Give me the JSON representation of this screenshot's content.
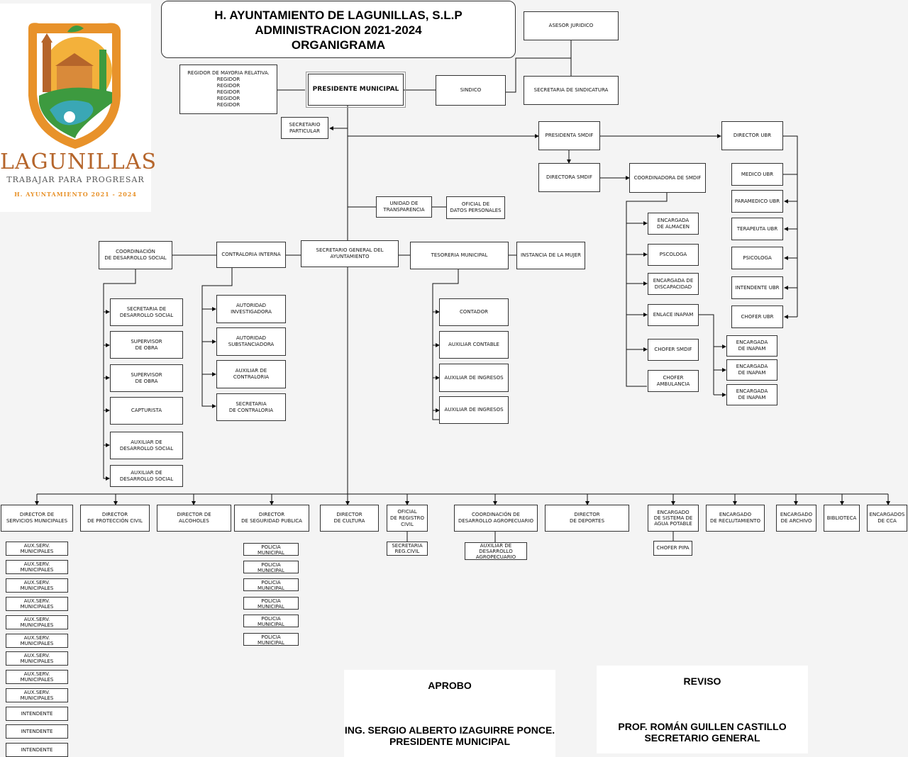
{
  "header": {
    "line1": "H. AYUNTAMIENTO DE LAGUNILLAS, S.L.P",
    "line2": "ADMINISTRACION 2021-2024",
    "line3": "ORGANIGRAMA"
  },
  "logo": {
    "name": "LAGUNILLAS",
    "slogan": "TRABAJAR PARA PROGRESAR",
    "sub": "H. AYUNTAMIENTO 2021 - 2024",
    "colors": {
      "orange": "#e8922a",
      "green": "#3d9a3f",
      "teal": "#3aa7b5",
      "brown": "#b5652b"
    }
  },
  "nodes": {
    "asesor": "ASESOR JURIDICO",
    "regidores": "REGIDOR DE MAYORIA RELATIVA.\nREGIDOR\nREGIDOR\nREGIDOR\nREGIDOR\nREGIDOR",
    "presidente": "PRESIDENTE MUNICIPAL",
    "sindico": "SINDICO",
    "sec_sindicatura": "SECRETARIA  DE SINDICATURA",
    "sec_particular": "SECRETARIO\nPARTICULAR",
    "presidenta_smdif": "PRESIDENTA  SMDIF",
    "director_ubr": "DIRECTOR UBR",
    "directora_smdif": "DIRECTORA SMDIF",
    "coordinadora_smdif": "COORDINADORA DE SMDIF",
    "medico_ubr": "MEDICO UBR",
    "paramedico_ubr": "PARAMEDICO UBR",
    "terapeuta_ubr": "TERAPEUTA UBR",
    "psicologa_ubr": "PSICOLOGA",
    "intendente_ubr": "INTENDENTE UBR",
    "chofer_ubr": "CHOFER UBR",
    "unidad_transparencia": "UNIDAD DE\nTRANSPARENCIA",
    "oficial_datos": "OFICIAL DE\nDATOS PERSONALES",
    "enc_almacen": "ENCARGADA\nDE ALMACEN",
    "psicologa_dif": "PSCOLOGA",
    "enc_discapacidad": "ENCARGADA DE\nDISCAPACIDAD",
    "enlace_inapam": "ENLACE INAPAM",
    "chofer_smdif": "CHOFER SMDIF",
    "chofer_ambulancia": "CHOFER\nAMBULANCIA",
    "inapam_1": "ENCARGADA\nDE INAPAM",
    "inapam_2": "ENCARGADA\nDE INAPAM",
    "inapam_3": "ENCARGADA\nDE INAPAM",
    "coord_desarrollo_social": "COORDINACIÓN\nDE DESARROLLO SOCIAL",
    "contraloria": "CONTRALORIA INTERNA",
    "sec_general": "SECRETARIO GENERAL DEL\nAYUNTAMIENTO",
    "tesoreria": "TESORERIA MUNICIPAL",
    "instancia_mujer": "INSTANCIA DE LA MUJER",
    "sec_desarrollo_social": "SECRETARIA DE\nDESARROLLO SOCIAL",
    "supervisor_1": "SUPERVISOR\nDE OBRA",
    "supervisor_2": "SUPERVISOR\nDE OBRA",
    "capturista": "CAPTURISTA",
    "aux_desarrollo_1": "AUXILIAR DE\nDESARROLLO SOCIAL",
    "aux_desarrollo_2": "AUXILIAR DE\nDESARROLLO SOCIAL",
    "autoridad_investigadora": "AUTORIDAD\nINVESTIGADORA",
    "autoridad_substanciadora": "AUTORIDAD\nSUBSTANCIADORA",
    "aux_contraloria": "AUXILIAR DE\nCONTRALORIA",
    "sec_contraloria": "SECRETARIA\nDE CONTRALORIA",
    "contador": "CONTADOR",
    "aux_contable": "AUXILIAR CONTABLE",
    "aux_ingresos_1": "AUXILIAR DE INGRESOS",
    "aux_ingresos_2": "AUXILIAR DE INGRESOS",
    "dir_servicios": "DIRECTOR DE\nSERVICIOS MUNICIPALES",
    "dir_proteccion": "DIRECTOR\nDE PROTECCIÓN CIVIL",
    "dir_alcoholes": "DIRECTOR DE\nALCOHOLES",
    "dir_seguridad": "DIRECTOR\nDE SEGURIDAD PUBLICA",
    "dir_cultura": "DIRECTOR\nDE CULTURA",
    "oficial_registro": "OFICIAL\nDE REGISTRO\nCIVIL",
    "coord_agropecuario": "COORDINACIÓN DE\nDESARROLLO AGROPECUARIO",
    "dir_deportes": "DIRECTOR\nDE DEPORTES",
    "enc_agua": "ENCARGADO\nDE SISTEMA DE\nAGUA POTABLE",
    "enc_reclutamiento": "ENCARGADO\nDE RECLUTAMIENTO",
    "enc_archivo": "ENCARGADO\nDE ARCHIVO",
    "biblioteca": "BIBLIOTECA",
    "enc_cca": "ENCARGADOS\nDE CCA",
    "sec_registro": "SECRETARIA\nREG.CIVIL",
    "aux_agropecuario": "AUXILIAR DE\nDESARROLLO\nAGROPECUARIO",
    "chofer_pipa": "CHOFER PIPA",
    "aux_serv": [
      "AUX.SERV.\nMUNICIPALES",
      "AUX.SERV.\nMUNICIPALES",
      "AUX.SERV.\nMUNICIPALES",
      "AUX.SERV.\nMUNICIPALES",
      "AUX.SERV.\nMUNICIPALES",
      "AUX.SERV.\nMUNICIPALES",
      "AUX.SERV.\nMUNICIPALES",
      "AUX.SERV.\nMUNICIPALES",
      "AUX.SERV.\nMUNICIPALES"
    ],
    "intendentes": [
      "INTENDENTE",
      "INTENDENTE",
      "INTENDENTE"
    ],
    "policias": [
      "POLICIA\nMUNICIPAL",
      "POLICIA\nMUNICIPAL",
      "POLICIA\nMUNICIPAL",
      "POLICIA\nMUNICIPAL",
      "POLICIA\nMUNICIPAL",
      "POLICIA\nMUNICIPAL"
    ]
  },
  "signatures": {
    "aprobo": {
      "label": "APROBO",
      "name": "ING. SERGIO ALBERTO IZAGUIRRE PONCE.",
      "role": "PRESIDENTE MUNICIPAL"
    },
    "reviso": {
      "label": "REVISO",
      "name": "PROF. ROMÁN GUILLEN CASTILLO",
      "role": "SECRETARIO GENERAL"
    }
  }
}
